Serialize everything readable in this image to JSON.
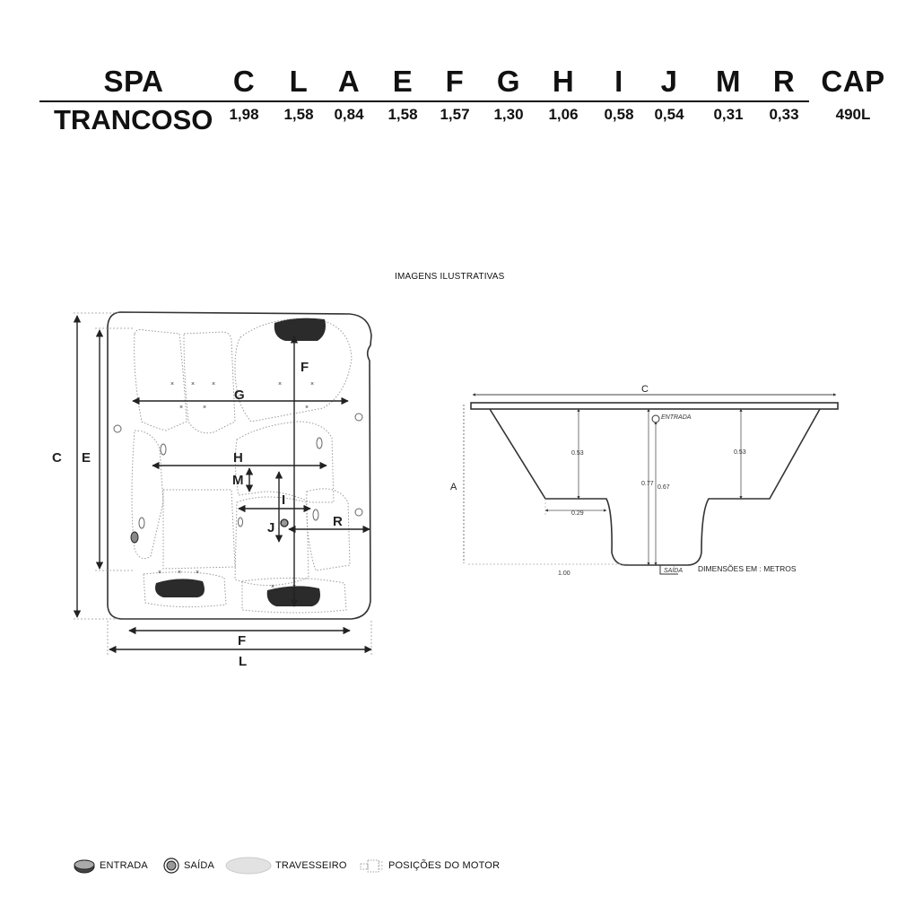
{
  "table": {
    "header_spa": "SPA",
    "model": "TRANCOSO",
    "columns": [
      {
        "key": "C",
        "value": "1,98"
      },
      {
        "key": "L",
        "value": "1,58"
      },
      {
        "key": "A",
        "value": "0,84"
      },
      {
        "key": "E",
        "value": "1,58"
      },
      {
        "key": "F",
        "value": "1,57"
      },
      {
        "key": "G",
        "value": "1,30"
      },
      {
        "key": "H",
        "value": "1,06"
      },
      {
        "key": "I",
        "value": "0,58"
      },
      {
        "key": "J",
        "value": "0,54"
      },
      {
        "key": "M",
        "value": "0,31"
      },
      {
        "key": "R",
        "value": "0,33"
      },
      {
        "key": "CAP",
        "value": "490L"
      }
    ]
  },
  "caption": "IMAGENS ILUSTRATIVAS",
  "top_view": {
    "labels": {
      "C": "C",
      "E": "E",
      "F_vertical": "F",
      "G": "G",
      "H": "H",
      "M": "M",
      "I": "I",
      "J": "J",
      "R": "R",
      "F_horizontal": "F",
      "L": "L"
    }
  },
  "section_view": {
    "label_C": "C",
    "label_A": "A",
    "depth_left": "0.53",
    "depth_right": "0.53",
    "depth_077": "0.77",
    "depth_067": "0.67",
    "seat_width": "0.29",
    "base_width": "1.00",
    "entrada": "ENTRADA",
    "saida": "SAÍDA",
    "units_note": "DIMENSÕES EM : METROS"
  },
  "legend": [
    {
      "icon": "entrada-icon",
      "label": "ENTRADA"
    },
    {
      "icon": "saida-icon",
      "label": "SAÍDA"
    },
    {
      "icon": "travesseiro-icon",
      "label": "TRAVESSEIRO"
    },
    {
      "icon": "motor-icon",
      "label": "POSIÇÕES DO MOTOR"
    }
  ]
}
